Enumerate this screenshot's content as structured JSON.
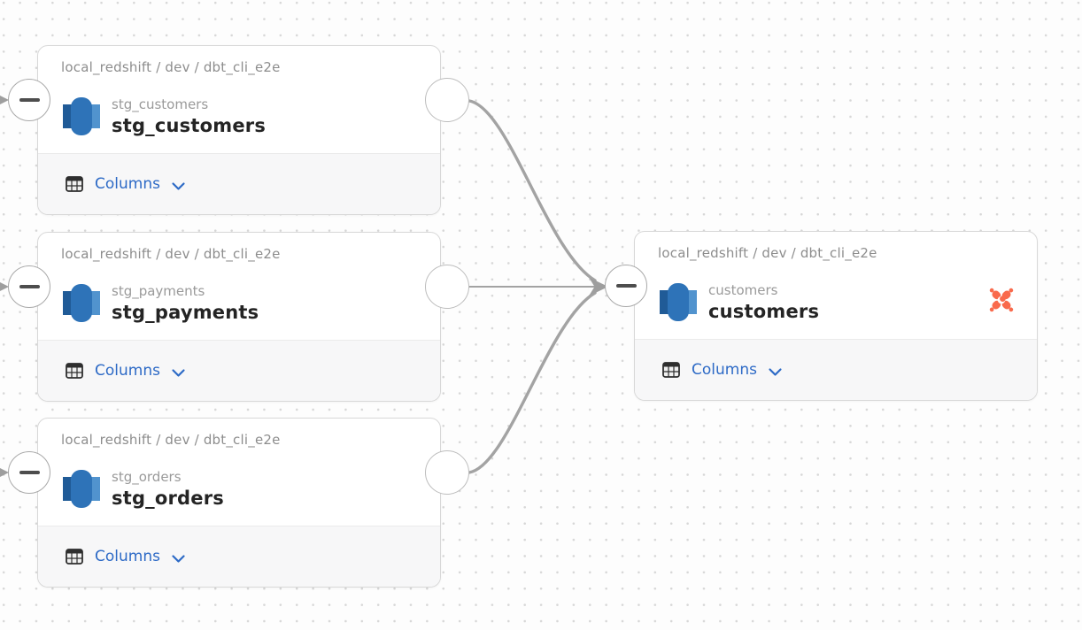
{
  "canvas": {
    "type": "data-lineage-graph",
    "background": "#fdfdfd",
    "grid_dot_color": "#d7d7d7"
  },
  "colors": {
    "columns_link": "#2d6ac6",
    "edge": "#a3a3a3",
    "edge_arrow": "#9e9e9e",
    "node_border": "#d8d8d8",
    "footer_bg": "#f7f7f8",
    "title_text": "#242424",
    "muted_text": "#949494",
    "port_border": "#a9a9a9",
    "minus_glyph": "#4d4d4d",
    "dbt_orange": "#f96a4c",
    "redshift_dark": "#205b97",
    "redshift_mid": "#2e73b8",
    "redshift_light": "#5193ce",
    "table_icon_ink": "#2e2e2e"
  },
  "icons": {
    "database_icon": "amazon-redshift",
    "columns_icon": "table-grid",
    "expand_icon": "chevron-down",
    "collapse_icon": "minus-circle",
    "badge_icon": "dbt-logo",
    "arrow_icon": "arrowhead-right"
  },
  "nodes": [
    {
      "id": "stg_customers",
      "breadcrumb": "local_redshift / dev / dbt_cli_e2e",
      "model_name": "stg_customers",
      "table_name": "stg_customers",
      "columns_label": "Columns"
    },
    {
      "id": "stg_payments",
      "breadcrumb": "local_redshift / dev / dbt_cli_e2e",
      "model_name": "stg_payments",
      "table_name": "stg_payments",
      "columns_label": "Columns"
    },
    {
      "id": "stg_orders",
      "breadcrumb": "local_redshift / dev / dbt_cli_e2e",
      "model_name": "stg_orders",
      "table_name": "stg_orders",
      "columns_label": "Columns"
    },
    {
      "id": "customers",
      "breadcrumb": "local_redshift / dev / dbt_cli_e2e",
      "model_name": "customers",
      "table_name": "customers",
      "columns_label": "Columns",
      "badge": "dbt"
    }
  ],
  "edges": [
    {
      "source": "stg_customers",
      "target": "customers"
    },
    {
      "source": "stg_payments",
      "target": "customers"
    },
    {
      "source": "stg_orders",
      "target": "customers"
    }
  ],
  "incoming_edges_offscreen": [
    "stg_customers",
    "stg_payments",
    "stg_orders"
  ]
}
